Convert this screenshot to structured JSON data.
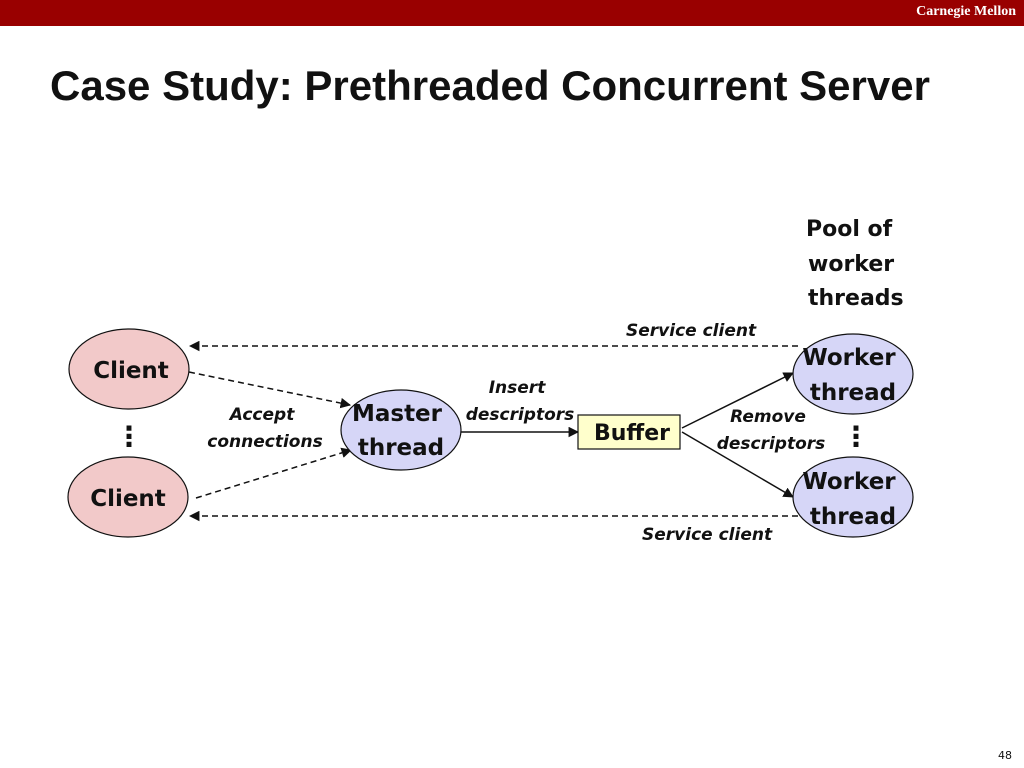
{
  "header": {
    "brand": "Carnegie Mellon"
  },
  "slide": {
    "title": "Case Study: Prethreaded Concurrent Server",
    "page_number": "48"
  },
  "diagram": {
    "pool_label": [
      "Pool of",
      "worker",
      "threads"
    ],
    "clients": [
      {
        "label": "Client"
      },
      {
        "label": "Client"
      }
    ],
    "master": {
      "lines": [
        "Master",
        "thread"
      ]
    },
    "buffer": {
      "label": "Buffer"
    },
    "workers": [
      {
        "lines": [
          "Worker",
          "thread"
        ]
      },
      {
        "lines": [
          "Worker",
          "thread"
        ]
      }
    ],
    "edge_labels": {
      "accept": [
        "Accept",
        "connections"
      ],
      "insert": [
        "Insert",
        "descriptors"
      ],
      "remove": [
        "Remove",
        "descriptors"
      ],
      "service_top": "Service client",
      "service_bottom": "Service client"
    },
    "ellipsis": "⋮",
    "colors": {
      "client_fill": "#f2c9c9",
      "thread_fill": "#d6d6f7",
      "buffer_fill": "#ffffcc",
      "header_bg": "#990000"
    }
  }
}
